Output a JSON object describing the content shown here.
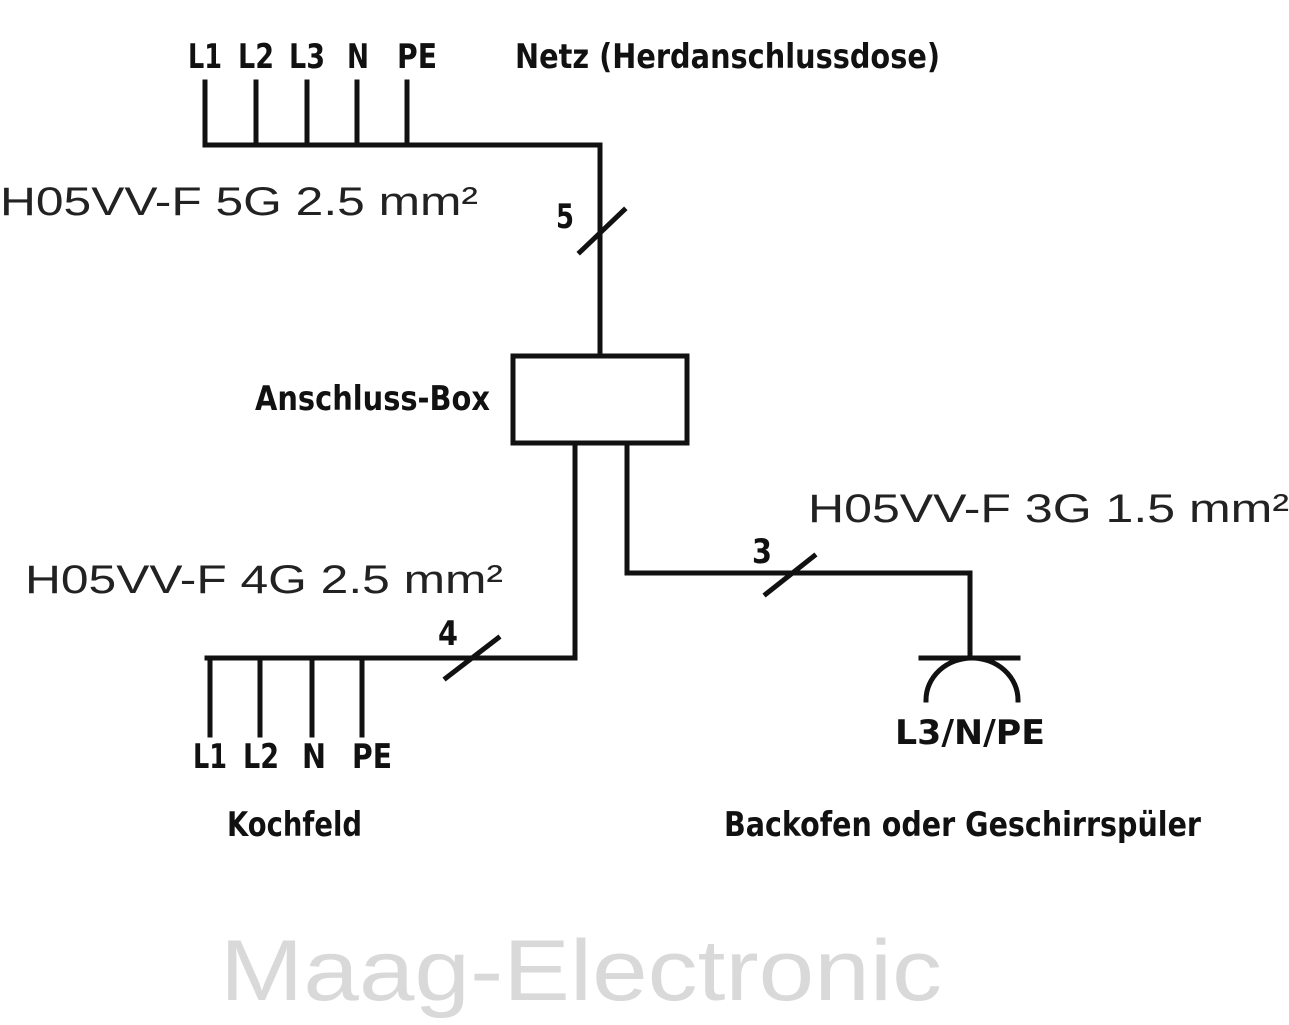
{
  "supply": {
    "terminals": [
      "L1",
      "L2",
      "L3",
      "N",
      "PE"
    ],
    "title": "Netz (Herdanschlussdose)",
    "cable": "H05VV-F 5G 2.5 mm²",
    "conductor_count": "5"
  },
  "junction_box": {
    "label": "Anschluss-Box"
  },
  "hob": {
    "terminals": [
      "L1",
      "L2",
      "N",
      "PE"
    ],
    "title": "Kochfeld",
    "cable": "H05VV-F 4G 2.5 mm²",
    "conductor_count": "4"
  },
  "oven": {
    "terminal": "L3/N/PE",
    "title": "Backofen oder Geschirrspüler",
    "cable": "H05VV-F 3G 1.5 mm²",
    "conductor_count": "3"
  },
  "watermark": "Maag-Electronic"
}
